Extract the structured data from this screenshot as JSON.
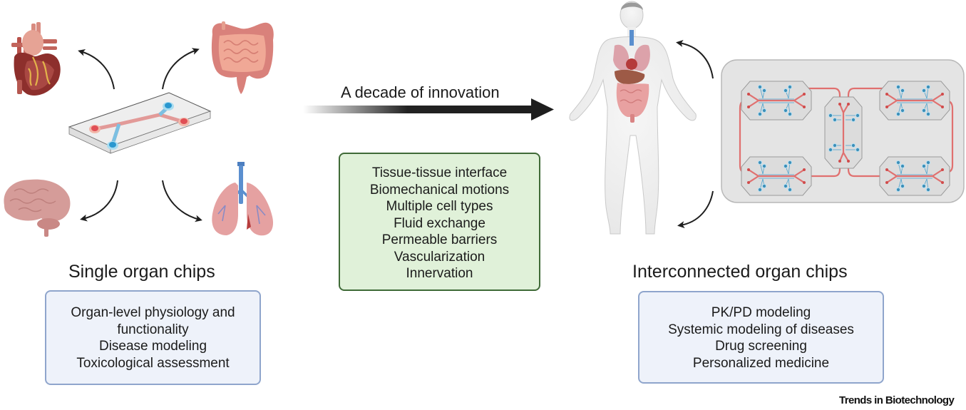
{
  "diagram": {
    "left": {
      "title": "Single organ chips",
      "features": [
        "Organ-level physiology and",
        "functionality",
        "Disease modeling",
        "Toxicological assessment"
      ],
      "organs": [
        "heart",
        "intestine",
        "brain",
        "lungs"
      ],
      "device": "single organ-on-a-chip"
    },
    "center": {
      "arrow_label": "A decade of innovation",
      "features": [
        "Tissue-tissue interface",
        "Biomechanical motions",
        "Multiple cell types",
        "Fluid exchange",
        "Permeable barriers",
        "Vascularization",
        "Innervation"
      ]
    },
    "right": {
      "title": "Interconnected organ chips",
      "features": [
        "PK/PD modeling",
        "Systemic modeling of diseases",
        "Drug screening",
        "Personalized medicine"
      ],
      "figure": "human body",
      "device": "multi-organ chip with 5 compartments"
    },
    "footer": "Trends in Biotechnology",
    "colors": {
      "channel_red": "#e0706f",
      "channel_blue": "#4aa3cf",
      "green_box_fill": "#e0f1d9",
      "green_box_border": "#3f6a37",
      "blue_box_fill": "#eef2fa",
      "blue_box_border": "#8fa5cc",
      "chip_panel": "#e4e4e4"
    }
  }
}
